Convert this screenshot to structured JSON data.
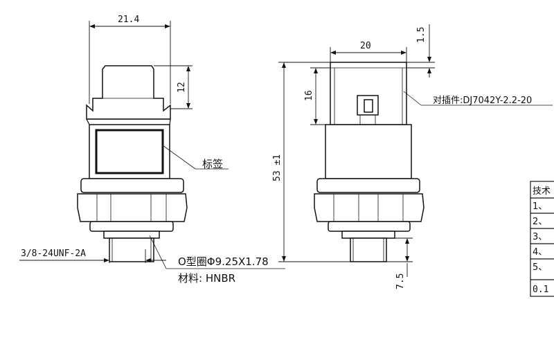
{
  "dimensions": {
    "width_top": "21.4",
    "height_connector": "12",
    "width_side": "20",
    "gap_top": "1.5",
    "height_16": "16",
    "total_height": "53 ±1",
    "thread_len": "7.5",
    "thread_spec": "3/8-24UNF-2A"
  },
  "callouts": {
    "label": "标签",
    "connector": "对插件:DJ7042Y-2.2-20",
    "oring": "O型圈Φ9.25X1.78",
    "material": "材料: HNBR"
  },
  "table": {
    "header": "技术",
    "rows": [
      "1、",
      "2、",
      "3、",
      "4、",
      "5、"
    ],
    "footer": "0.1"
  }
}
